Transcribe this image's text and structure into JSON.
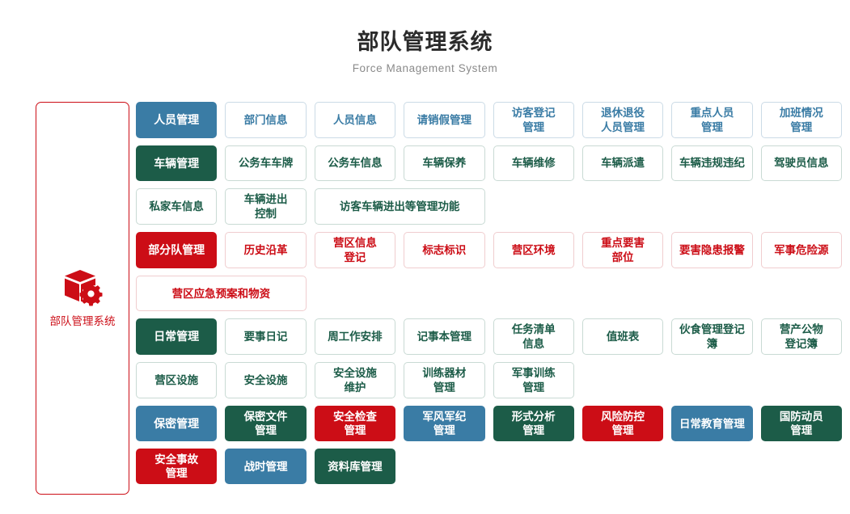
{
  "header": {
    "title": "部队管理系统",
    "subtitle": "Force Management System"
  },
  "sidebar": {
    "logo_icon": "cube-gear-icon",
    "label": "部队管理系统",
    "accent_color": "#cc0d16"
  },
  "colors": {
    "blue": "#3a7ca5",
    "green": "#1c5c48",
    "red": "#cc0d16",
    "title": "#2b2b2b",
    "subtitle": "#8a8a8a"
  },
  "sections": [
    {
      "category": "人员管理",
      "color": "blue",
      "items": [
        {
          "label": "部门信息"
        },
        {
          "label": "人员信息"
        },
        {
          "label": "请销假管理"
        },
        {
          "label": "访客登记\n管理"
        },
        {
          "label": "退休退役\n人员管理"
        },
        {
          "label": "重点人员\n管理"
        },
        {
          "label": "加班情况\n管理"
        }
      ]
    },
    {
      "category": "车辆管理",
      "color": "green",
      "items": [
        {
          "label": "公务车车牌"
        },
        {
          "label": "公务车信息"
        },
        {
          "label": "车辆保养"
        },
        {
          "label": "车辆维修"
        },
        {
          "label": "车辆派遣"
        },
        {
          "label": "车辆违规违纪"
        },
        {
          "label": "驾驶员信息"
        },
        {
          "label": "私家车信息"
        },
        {
          "label": "车辆进出\n控制"
        },
        {
          "label": "访客车辆进出等管理功能",
          "span": 2
        }
      ]
    },
    {
      "category": "部分队管理",
      "color": "red",
      "items": [
        {
          "label": "历史沿革"
        },
        {
          "label": "营区信息\n登记"
        },
        {
          "label": "标志标识"
        },
        {
          "label": "营区环境"
        },
        {
          "label": "重点要害\n部位"
        },
        {
          "label": "要害隐患报警"
        },
        {
          "label": "军事危险源"
        },
        {
          "label": "营区应急预案和物资",
          "span": 2
        }
      ]
    },
    {
      "category": "日常管理",
      "color": "green",
      "items": [
        {
          "label": "要事日记"
        },
        {
          "label": "周工作安排"
        },
        {
          "label": "记事本管理"
        },
        {
          "label": "任务清单\n信息"
        },
        {
          "label": "值班表"
        },
        {
          "label": "伙食管理登记簿"
        },
        {
          "label": "营产公物\n登记簿"
        },
        {
          "label": "营区设施"
        },
        {
          "label": "安全设施"
        },
        {
          "label": "安全设施\n维护"
        },
        {
          "label": "训练器材\n管理"
        },
        {
          "label": "军事训练\n管理"
        }
      ]
    },
    {
      "category": "保密管理",
      "color": "blue",
      "items": [
        {
          "label": "保密文件\n管理",
          "fill": "green"
        },
        {
          "label": "安全检查\n管理",
          "fill": "red"
        },
        {
          "label": "军风军纪\n管理",
          "fill": "blue"
        },
        {
          "label": "形式分析\n管理",
          "fill": "green"
        },
        {
          "label": "风险防控\n管理",
          "fill": "red"
        },
        {
          "label": "日常教育管理",
          "fill": "blue"
        },
        {
          "label": "国防动员\n管理",
          "fill": "green"
        },
        {
          "label": "安全事故\n管理",
          "fill": "red"
        },
        {
          "label": "战时管理",
          "fill": "blue"
        },
        {
          "label": "资料库管理",
          "fill": "green"
        }
      ]
    }
  ]
}
